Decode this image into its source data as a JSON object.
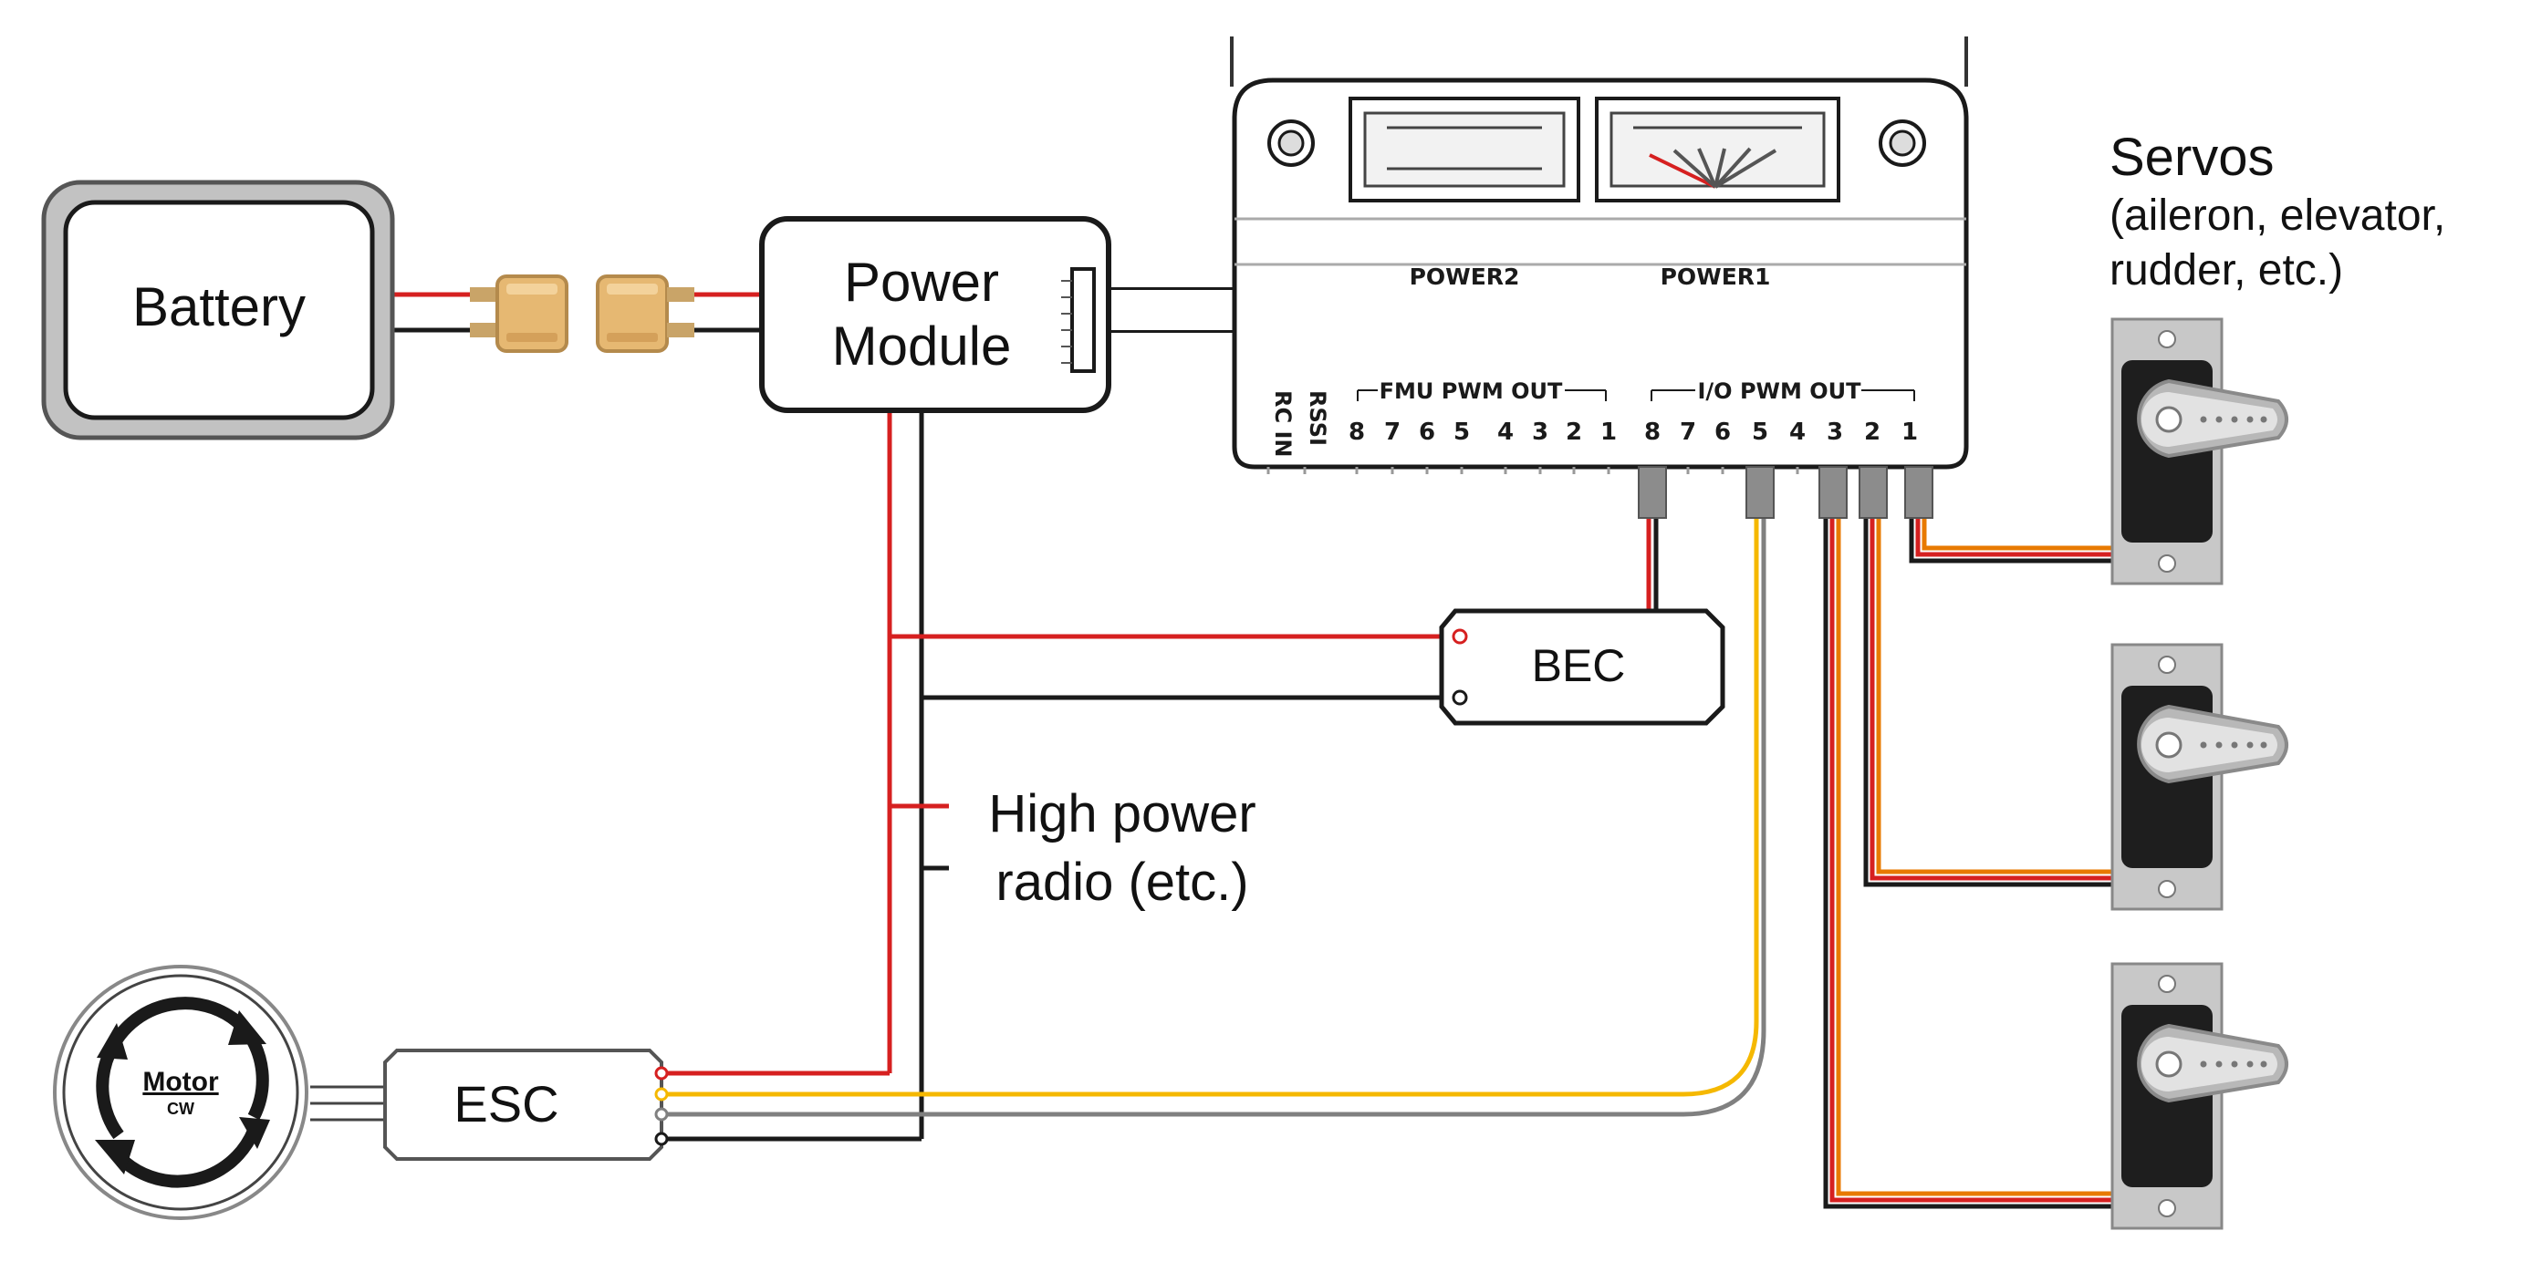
{
  "battery": {
    "label": "Battery"
  },
  "power_module": {
    "line1": "Power",
    "line2": "Module"
  },
  "flight_controller": {
    "power2_label": "POWER2",
    "power1_label": "POWER1",
    "rc_in_label": "RC IN",
    "rssi_label": "RSSI",
    "fmu_label": "FMU PWM OUT",
    "io_label": "I/O PWM OUT",
    "fmu_pins": [
      "8",
      "7",
      "6",
      "5",
      "4",
      "3",
      "2",
      "1"
    ],
    "io_pins": [
      "8",
      "7",
      "6",
      "5",
      "4",
      "3",
      "2",
      "1"
    ]
  },
  "bec": {
    "label": "BEC"
  },
  "high_power": {
    "line1": "High power",
    "line2": "radio (etc.)"
  },
  "esc": {
    "label": "ESC"
  },
  "motor": {
    "label": "Motor",
    "sub": "CW"
  },
  "servos": {
    "title": "Servos",
    "line2": "(aileron, elevator,",
    "line3": "rudder, etc.)"
  },
  "colors": {
    "power_wire": "#d62020",
    "ground_wire": "#1a1a1a",
    "signal_wire": "#f5b800",
    "servo_orange": "#e87a00",
    "neutral_wire": "#808080"
  }
}
